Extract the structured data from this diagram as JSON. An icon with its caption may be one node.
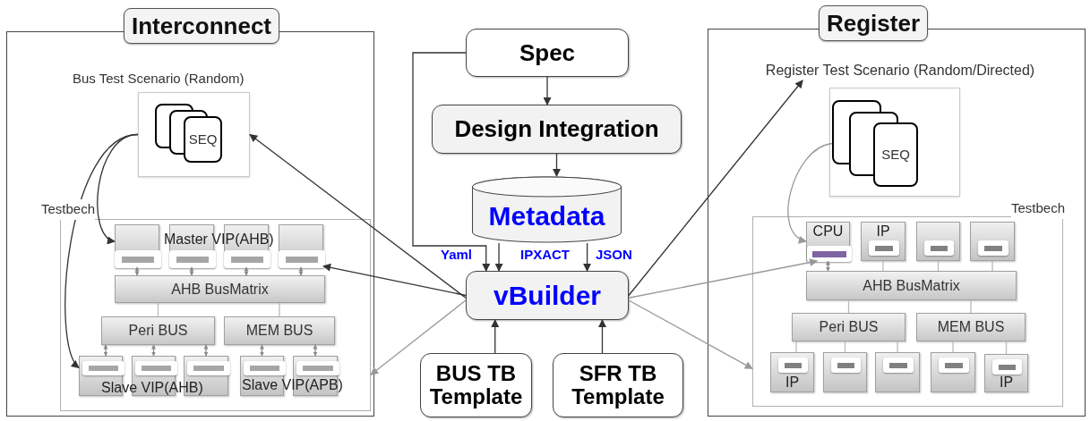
{
  "diagram": {
    "nodes": [
      {
        "text": [
          "Interconnect"
        ]
      },
      {
        "text": [
          "Bus Test Scenario (Random)"
        ],
        "in": 0
      },
      {
        "text": [
          "SEQ"
        ],
        "in": 1
      },
      {
        "text": [
          "Testbech"
        ],
        "in": 0
      },
      {
        "text": [],
        "shape": "box",
        "in": 3
      },
      {
        "text": [],
        "shape": "box",
        "in": 3
      },
      {
        "text": [],
        "shape": "box",
        "in": 3
      },
      {
        "text": [],
        "shape": "box",
        "in": 3
      },
      {
        "text": [
          "AHB BusMatrix"
        ],
        "in": 3
      },
      {
        "text": [
          "Peri BUS"
        ],
        "in": 3
      },
      {
        "text": [
          "MEM BUS"
        ],
        "in": 3
      },
      {
        "text": [],
        "shape": "box",
        "in": 3
      },
      {
        "text": [],
        "shape": "box",
        "in": 3
      },
      {
        "text": [],
        "shape": "box",
        "in": 3
      },
      {
        "text": [],
        "shape": "box",
        "in": 3
      },
      {
        "text": [],
        "shape": "box",
        "in": 3
      },
      {
        "text": [
          "Spec"
        ]
      },
      {
        "text": [
          "Design Integration"
        ]
      },
      {
        "text": [
          "Metadata"
        ]
      },
      {
        "text": [
          "vBuilder"
        ]
      },
      {
        "text": [
          "BUS TB Template"
        ]
      },
      {
        "text": [
          "SFR TB Template"
        ]
      },
      {
        "text": [
          "Register"
        ]
      },
      {
        "text": [],
        "shape": "box",
        "in": 22
      },
      {
        "text": [
          "SEQ"
        ],
        "in": 23
      },
      {
        "text": [
          "Testbech"
        ],
        "in": 22
      },
      {
        "text": [
          "CPU"
        ],
        "in": 25
      },
      {
        "text": [
          "IP"
        ],
        "in": 25
      },
      {
        "text": [],
        "shape": "box",
        "in": 25
      },
      {
        "text": [],
        "shape": "box",
        "in": 25
      },
      {
        "text": [
          "AHB BusMatrix"
        ],
        "in": 25
      },
      {
        "text": [
          "Peri BUS"
        ],
        "in": 25
      },
      {
        "text": [
          "MEM BUS"
        ],
        "in": 25
      },
      {
        "text": [
          "IP"
        ],
        "in": 25
      },
      {
        "text": [],
        "shape": "box",
        "in": 25
      },
      {
        "text": [],
        "shape": "box",
        "in": 25
      },
      {
        "text": [],
        "shape": "box",
        "in": 25
      },
      {
        "text": [
          "IP"
        ],
        "in": 25
      },
      {
        "text": [
          "Register Test Scenario (Random/Directed)"
        ],
        "in": 22
      }
    ],
    "edges": [
      {
        "from": 1,
        "to": 4,
        "arrow": "to"
      },
      {
        "from": 1,
        "to": 11,
        "arrow": "to"
      },
      {
        "from": 4,
        "to": 8,
        "arrow": "both",
        "color": "#888888"
      },
      {
        "from": 5,
        "to": 8,
        "arrow": "both",
        "color": "#888888"
      },
      {
        "from": 6,
        "to": 8,
        "arrow": "both",
        "color": "#888888"
      },
      {
        "from": 7,
        "to": 8,
        "arrow": "both",
        "color": "#888888"
      },
      {
        "from": 8,
        "to": 9,
        "arrow": "none",
        "color": "#bbbbbb"
      },
      {
        "from": 8,
        "to": 10,
        "arrow": "none",
        "color": "#bbbbbb"
      },
      {
        "from": 9,
        "to": 11,
        "arrow": "both",
        "color": "#888888"
      },
      {
        "from": 9,
        "to": 12,
        "arrow": "both",
        "color": "#888888"
      },
      {
        "from": 9,
        "to": 13,
        "arrow": "both",
        "color": "#888888"
      },
      {
        "from": 10,
        "to": 14,
        "arrow": "both",
        "color": "#888888"
      },
      {
        "from": 10,
        "to": 15,
        "arrow": "both",
        "color": "#888888"
      },
      {
        "from": 16,
        "to": 17,
        "arrow": "to"
      },
      {
        "from": 17,
        "to": 18,
        "arrow": "to"
      },
      {
        "from": 16,
        "to": 19,
        "arrow": "to",
        "label": "Yaml"
      },
      {
        "from": 18,
        "to": 19,
        "arrow": "to",
        "label": "IPXACT"
      },
      {
        "from": 18,
        "to": 19,
        "arrow": "to",
        "label": "JSON"
      },
      {
        "from": 20,
        "to": 19,
        "arrow": "to"
      },
      {
        "from": 21,
        "to": 19,
        "arrow": "to"
      },
      {
        "from": 19,
        "to": 1,
        "arrow": "to"
      },
      {
        "from": 19,
        "to": 7,
        "arrow": "to"
      },
      {
        "from": 19,
        "to": 3,
        "arrow": "to",
        "color": "#999999"
      },
      {
        "from": 19,
        "to": 38,
        "arrow": "to"
      },
      {
        "from": 19,
        "to": 26,
        "arrow": "to",
        "color": "#999999"
      },
      {
        "from": 19,
        "to": 25,
        "arrow": "to",
        "color": "#999999"
      },
      {
        "from": 24,
        "to": 26,
        "arrow": "to",
        "color": "#999999"
      },
      {
        "from": 26,
        "to": 30,
        "arrow": "both",
        "color": "#888888"
      },
      {
        "from": 27,
        "to": 30,
        "arrow": "none",
        "color": "#bbbbbb"
      },
      {
        "from": 28,
        "to": 30,
        "arrow": "none",
        "color": "#bbbbbb"
      },
      {
        "from": 29,
        "to": 30,
        "arrow": "none",
        "color": "#bbbbbb"
      },
      {
        "from": 30,
        "to": 31,
        "arrow": "none",
        "color": "#bbbbbb"
      },
      {
        "from": 30,
        "to": 32,
        "arrow": "none",
        "color": "#bbbbbb"
      },
      {
        "from": 31,
        "to": 33,
        "arrow": "none",
        "color": "#bbbbbb"
      },
      {
        "from": 31,
        "to": 34,
        "arrow": "none",
        "color": "#bbbbbb"
      },
      {
        "from": 31,
        "to": 35,
        "arrow": "none",
        "color": "#bbbbbb"
      },
      {
        "from": 32,
        "to": 36,
        "arrow": "none",
        "color": "#bbbbbb"
      },
      {
        "from": 32,
        "to": 37,
        "arrow": "none",
        "color": "#bbbbbb"
      }
    ],
    "labels": [
      "Master VIP(AHB)",
      "Slave VIP(AHB)",
      "Slave VIP(APB)"
    ]
  }
}
